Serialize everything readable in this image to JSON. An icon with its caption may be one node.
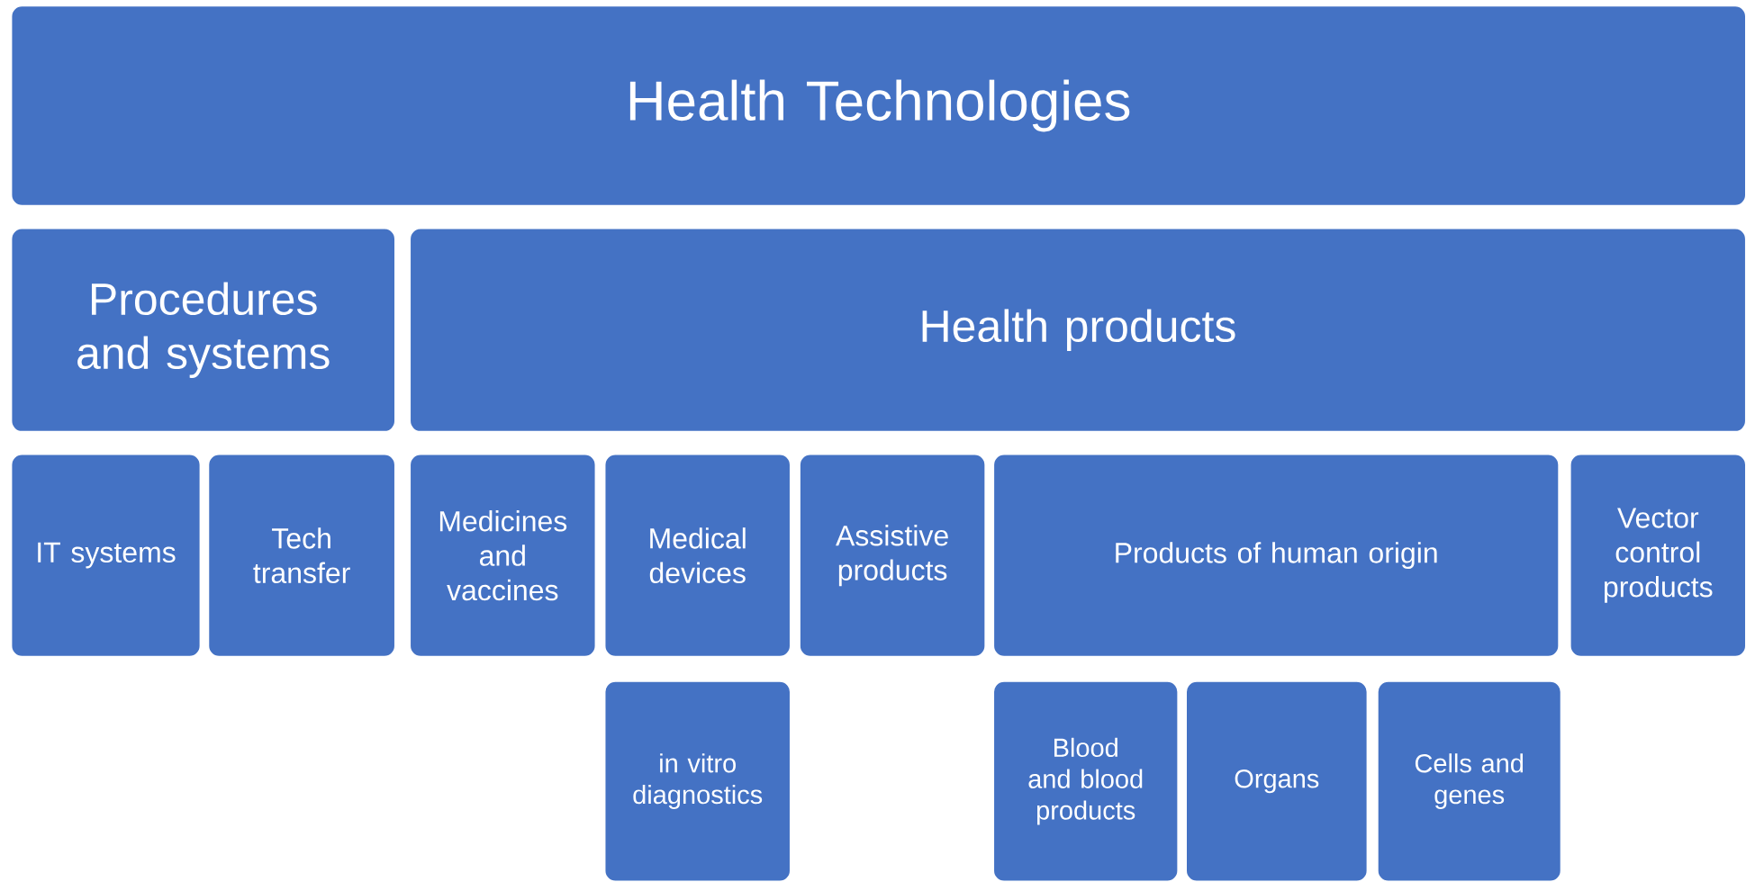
{
  "diagram": {
    "nodes": [
      {
        "text": [
          "Health Technologies"
        ]
      },
      {
        "text": [
          "Procedures and systems"
        ]
      },
      {
        "text": [
          "Health products"
        ]
      },
      {
        "text": [
          "IT systems"
        ]
      },
      {
        "text": [
          "Tech transfer"
        ]
      },
      {
        "text": [
          "Medicines and vaccines"
        ]
      },
      {
        "text": [
          "Medical devices"
        ]
      },
      {
        "text": [
          "Assistive products"
        ]
      },
      {
        "text": [
          "Products of human origin"
        ]
      },
      {
        "text": [
          "Vector control products"
        ]
      },
      {
        "text": [
          "in vitro diagnostics"
        ]
      },
      {
        "text": [
          "Blood and blood products"
        ]
      },
      {
        "text": [
          "Organs"
        ]
      },
      {
        "text": [
          "Cells and genes"
        ]
      }
    ]
  }
}
